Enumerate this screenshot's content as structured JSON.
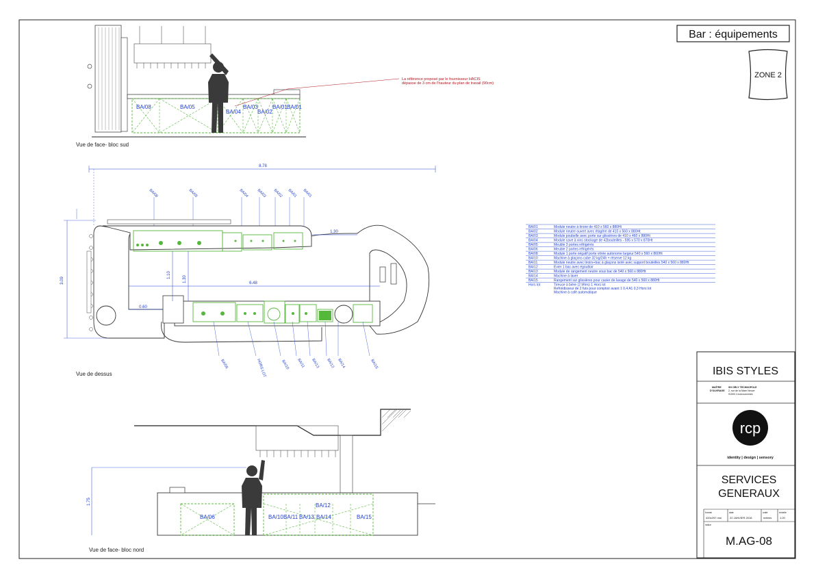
{
  "sheet": {
    "title": "Bar : équipements",
    "zone": "ZONE 2"
  },
  "views": {
    "south": {
      "caption": "Vue de face- bloc sud",
      "note_line1": "La référence proposé par le fournisseur HACIS",
      "note_line2": "dépasse de 3 cm de l'hauteur du plan de travail (90cm)",
      "labels": [
        "BA/08",
        "BA/05",
        "BA/04",
        "BA/03",
        "BA/02",
        "BA/01",
        "BA/01"
      ]
    },
    "top": {
      "caption": "Vue de dessus",
      "dims": {
        "total_width": "8.78",
        "total_depth": "3.09",
        "passage": "1.30",
        "inner_length": "6.48",
        "depth_a": "1.10",
        "depth_b": "1.30",
        "side": "0.60"
      },
      "top_tags": [
        "BA/08",
        "BA/05",
        "BA/04",
        "BA/03",
        "BA/02",
        "BA/01",
        "BA/01"
      ],
      "bottom_tags": [
        "BA/06",
        "HORS LOT",
        "BA/10",
        "BA/11",
        "BA/13",
        "BA/12",
        "BA/14",
        "BA/15"
      ]
    },
    "north": {
      "caption": "Vue de face- bloc nord",
      "height_dim": "1.75",
      "labels": [
        "BA/06",
        "BA/10",
        "BA/11",
        "BA/13",
        "BA/12",
        "BA/14",
        "BA/15"
      ]
    }
  },
  "legend": [
    {
      "code": "BA/01",
      "desc": "Module neutre à tiroire de 410 x 560 x 880Ht"
    },
    {
      "code": "BA/02",
      "desc": "Module neutre ouvert avec étagère de 410 x 560 x 880Ht"
    },
    {
      "code": "BA/03",
      "desc": "Module poubelle avec porte sur glissières de 410 x 460 x 880Ht"
    },
    {
      "code": "BA/04",
      "desc": "Module cave à vins stockage de 42bouteilles - 595 x 570 x 870Ht"
    },
    {
      "code": "BA/05",
      "desc": "Meuble 3 portes réfrigérés"
    },
    {
      "code": "BA/06",
      "desc": "Meuble 2 portes réfrigérés"
    },
    {
      "code": "BA/08",
      "desc": "Module 1 porte négatif porte vitrée autonome largeur 540 x 560 x 860Ht"
    },
    {
      "code": "BA/10",
      "desc": "Machine à glaçons cube 32 kg/24h + réserve 12 kg"
    },
    {
      "code": "BA/11",
      "desc": "Module neutre avec tiroirs+bac à glaçons isolé avec support bouteilles 540 x 560 x 880Ht"
    },
    {
      "code": "BA/12",
      "desc": "Evier 1 bac avec égouttoir"
    },
    {
      "code": "BA/13",
      "desc": "Module de rangement neutre sous bac de 540 x 560 x 880Ht"
    },
    {
      "code": "BA/14",
      "desc": "Machine à laver"
    },
    {
      "code": "BA/15",
      "desc": "Rangement sur glissières pour casier de lavage de 540 x 560 x 880Ht"
    },
    {
      "code": "Hors lot",
      "desc": "Tireuse à bière (2 têtes) 1 Hors lot",
      "extra": [
        "Refroidisseur de 2 futs pour comptoir avant 1 0,4 A1 0,3 Hors lot",
        "Machine à café automatique"
      ]
    }
  ],
  "title_block": {
    "client": "IBIS STYLES",
    "mo_label1": "MAÎTRE",
    "mo_label2": "D'OUVRAGE",
    "address1": "SH ORLY TECHNOPOLE",
    "address2": "2, rue de la Mare Neuve",
    "address3": "91000 Courcouronnes",
    "logo_text": "rcp",
    "tagline": "identity  |  design  |  sensory",
    "service1": "SERVICES",
    "service2": "GENERAUX",
    "meta": [
      {
        "label": "format",
        "value": "420x297 mm"
      },
      {
        "label": "date",
        "value": "22 JANVIER 2018"
      },
      {
        "label": "unité",
        "value": "mètres"
      },
      {
        "label": "échelle",
        "value": "1:20"
      }
    ],
    "index_label": "indice",
    "ref": "M.AG-08"
  },
  "colors": {
    "ink": "#222222",
    "blue_dim": "#1f3fd1",
    "green_equipment": "#55b83a",
    "red_note": "#b0131c",
    "legend_line": "#3b5bd8"
  }
}
